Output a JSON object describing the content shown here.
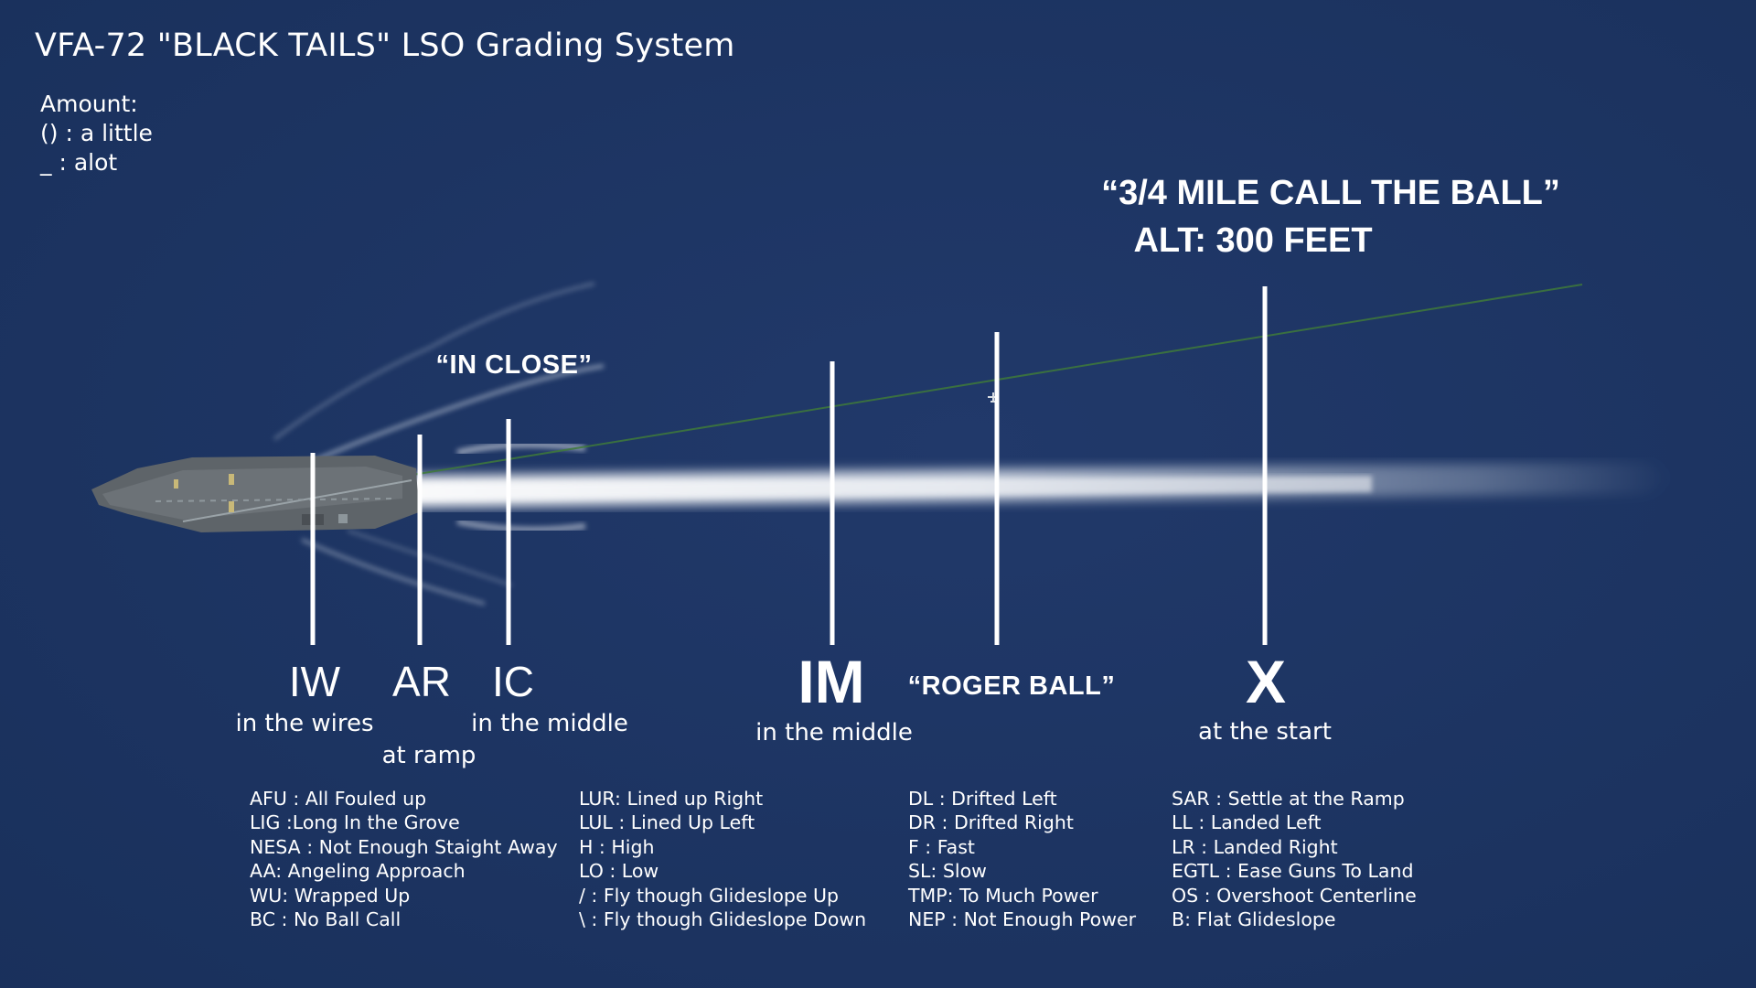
{
  "title": "VFA-72 \"BLACK TAILS\" LSO Grading System",
  "amount": {
    "heading": "Amount:",
    "items": [
      "() : a little",
      "_ : alot"
    ]
  },
  "calls": {
    "call_ball": "“3/4 MILE CALL THE BALL”",
    "altitude": "ALT: 300 FEET",
    "in_close": "“IN CLOSE”",
    "roger_ball": "“ROGER BALL”"
  },
  "markers": {
    "iw": {
      "label": "IW",
      "desc": "in the wires"
    },
    "ar": {
      "label": "AR",
      "desc": "at ramp"
    },
    "ic": {
      "label": "IC",
      "desc": "in the middle"
    },
    "im": {
      "label": "IM",
      "desc": "in the middle"
    },
    "x": {
      "label": "X",
      "desc": "at the start"
    }
  },
  "legend": [
    [
      "AFU : All Fouled up",
      "LIG :Long In the Grove",
      "NESA : Not Enough Staight Away",
      "AA: Angeling Approach",
      "WU: Wrapped Up",
      "BC : No Ball Call"
    ],
    [
      "LUR: Lined up Right",
      "LUL : Lined Up Left",
      "H : High",
      "LO : Low",
      "/ : Fly though Glideslope Up",
      "\\ : Fly though Glideslope Down"
    ],
    [
      "DL : Drifted Left",
      "DR : Drifted Right",
      "F : Fast",
      "SL: Slow",
      "TMP: To Much Power",
      "NEP : Not Enough Power"
    ],
    [
      "SAR : Settle at the Ramp",
      "LL : Landed Left",
      "LR : Landed Right",
      "EGTL : Ease Guns To Land",
      "OS : Overshoot Centerline",
      "B: Flat Glideslope"
    ]
  ],
  "colors": {
    "ocean": "#1d3461",
    "wake": "#e8edf2",
    "glideslope": "#3f7a3a",
    "marker_line": "#ffffff",
    "carrier_deck": "#5e6469"
  },
  "icons": [
    "aircraft-carrier-icon",
    "wake-trail",
    "glideslope-line",
    "jet-icon"
  ]
}
